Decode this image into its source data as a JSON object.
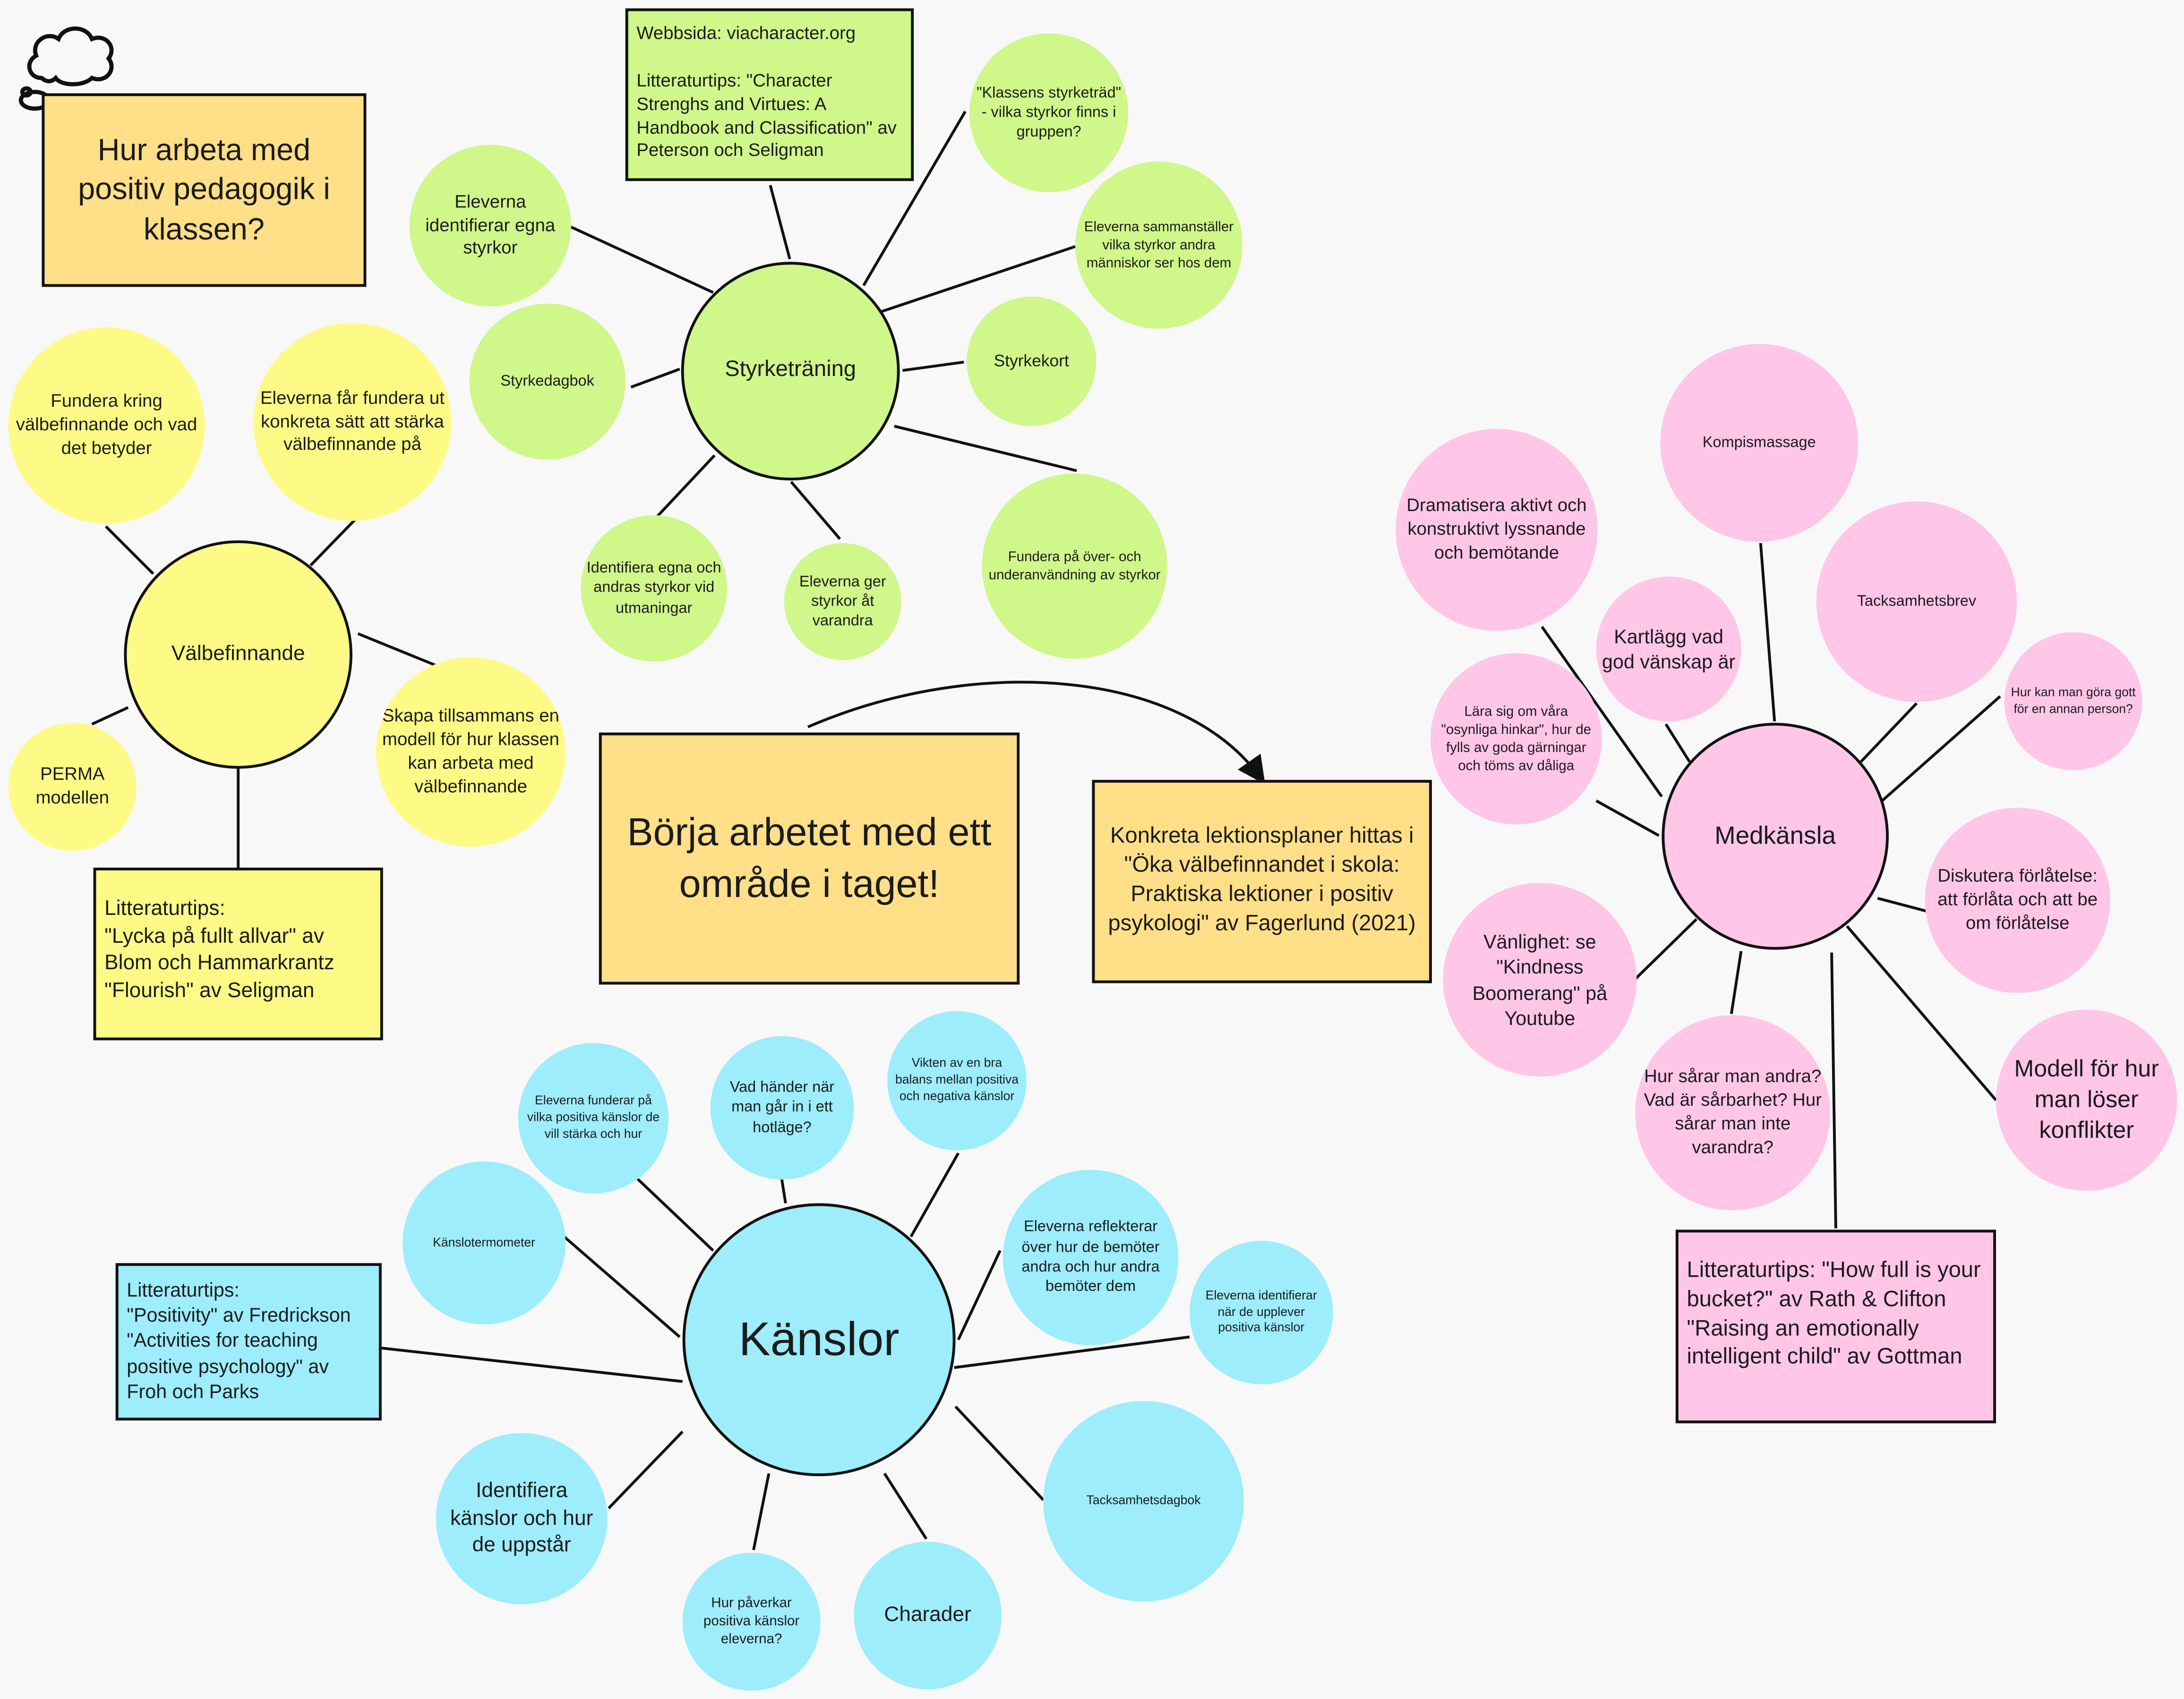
{
  "title_note": "Hur arbeta med positiv pedagogik i klassen?",
  "center_note": "Börja arbetet med ett område i taget!",
  "lessons_note": "Konkreta lektionsplaner hittas i \"Öka välbefinnandet i skola: Praktiska lektioner i positiv psykologi\" av Fagerlund (2021)",
  "styrketraning": {
    "hub": "Styrketräning",
    "website_note": "Webbsida: viacharacter.org\n\nLitteraturtips: \"Character Strenghs and Virtues: A Handbook and Classification\" av Peterson och Seligman",
    "identify": "Eleverna identifierar egna styrkor",
    "diary": "Styrkedagbok",
    "tree": "\"Klassens styrketräd\" - vilka styrkor finns i gruppen?",
    "others_see": "Eleverna sammanställer vilka styrkor andra människor ser hos dem",
    "cards": "Styrkekort",
    "overuse": "Fundera på över- och underanvändning av styrkor",
    "give": "Eleverna ger styrkor åt varandra",
    "challenges": "Identifiera egna och andras styrkor vid utmaningar"
  },
  "valbefinnande": {
    "hub": "Välbefinnande",
    "think": "Fundera kring välbefinnande och vad det betyder",
    "ways": "Eleverna får fundera ut konkreta sätt att stärka välbefinnande på",
    "model": "Skapa tillsammans en modell för hur klassen kan arbeta med välbefinnande",
    "perma": "PERMA modellen",
    "books": "Litteraturtips:\n\"Lycka på fullt allvar\" av Blom och Hammarkrantz\n\"Flourish\" av Seligman"
  },
  "medkansla": {
    "hub": "Medkänsla",
    "massage": "Kompismassage",
    "dramatize": "Dramatisera aktivt och konstruktivt lyssnande och bemötande",
    "friendship": "Kartlägg vad god vänskap är",
    "thanks_letter": "Tacksamhetsbrev",
    "do_good": "Hur kan man göra gott för en annan person?",
    "buckets": "Lära sig om våra \"osynliga hinkar\", hur de fylls av goda gärningar och töms av dåliga",
    "forgive": "Diskutera förlåtelse: att förlåta och att be om förlåtelse",
    "kindness": "Vänlighet: se \"Kindness Boomerang\" på Youtube",
    "hurt": "Hur sårar man andra? Vad är sårbarhet? Hur sårar man inte varandra?",
    "conflicts": "Modell för hur man löser konflikter",
    "books": "Litteraturtips: \"How full is your bucket?\" av Rath & Clifton\n\"Raising an emotionally intelligent child\" av Gottman"
  },
  "kanslor": {
    "hub": "Känslor",
    "strengthen": "Eleverna funderar på vilka positiva känslor de vill stärka och hur",
    "hot": "Vad händer när man går in i ett hotläge?",
    "balance": "Vikten av en bra balans mellan positiva och negativa känslor",
    "thermometer": "Känslotermometer",
    "reflect": "Eleverna reflekterar över hur de bemöter andra och hur andra bemöter dem",
    "identify_when": "Eleverna identifierar när de upplever positiva känslor",
    "books": "Litteraturtips:\n\"Positivity\" av Fredrickson\n\"Activities for teaching positive psychology\" av Froh och Parks",
    "identify": "Identifiera känslor och hur de uppstår",
    "gratitude": "Tacksamhetsdagbok",
    "affect": "Hur påverkar positiva känslor eleverna?",
    "charades": "Charader"
  }
}
